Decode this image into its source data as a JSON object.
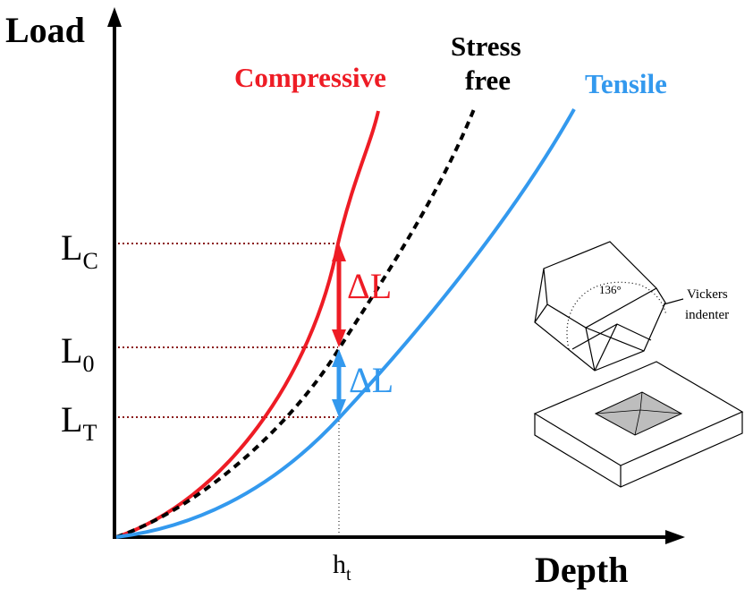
{
  "axes": {
    "y_label": "Load",
    "x_label": "Depth"
  },
  "curves": {
    "compressive": {
      "label": "Compressive",
      "color": "#ee1c25"
    },
    "stress_free": {
      "label_line1": "Stress",
      "label_line2": "free",
      "color": "#000000"
    },
    "tensile": {
      "label": "Tensile",
      "color": "#3399ee"
    }
  },
  "load_levels": {
    "compressive": {
      "base": "L",
      "sub": "C"
    },
    "stress_free": {
      "base": "L",
      "sub": "0"
    },
    "tensile": {
      "base": "L",
      "sub": "T"
    }
  },
  "depth_marker": {
    "base": "h",
    "sub": "t"
  },
  "delta": {
    "upper": {
      "text": "ΔL",
      "color": "#ee1c25"
    },
    "lower": {
      "text": "ΔL",
      "color": "#3399ee"
    }
  },
  "guide_line_color": "#8b1a1a",
  "inset": {
    "angle": "136°",
    "caption_line1": "Vickers",
    "caption_line2": "indenter"
  }
}
